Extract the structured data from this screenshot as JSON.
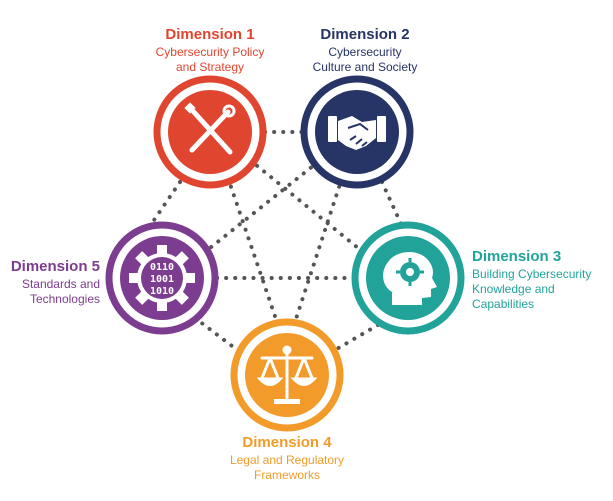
{
  "colors": {
    "dim1": "#e0452f",
    "dim2": "#263466",
    "dim3": "#22a39a",
    "dim4": "#f39b2a",
    "dim5": "#7c3c8f",
    "connector": "#555555"
  },
  "dimensions": [
    {
      "title": "Dimension 1",
      "desc_line1": "Cybersecurity Policy",
      "desc_line2": "and Strategy",
      "icon": "tools-icon"
    },
    {
      "title": "Dimension 2",
      "desc_line1": "Cybersecurity",
      "desc_line2": "Culture and Society",
      "icon": "handshake-icon"
    },
    {
      "title": "Dimension 3",
      "desc_line1": "Building Cybersecurity",
      "desc_line2": "Knowledge and",
      "desc_line3": "Capabilities",
      "icon": "head-gear-icon"
    },
    {
      "title": "Dimension 4",
      "desc_line1": "Legal and Regulatory",
      "desc_line2": "Frameworks",
      "icon": "scales-icon"
    },
    {
      "title": "Dimension 5",
      "desc_line1": "Standards and",
      "desc_line2": "Technologies",
      "icon": "binary-gear-icon"
    }
  ],
  "binary_rows": [
    "0110",
    "1001",
    "1010"
  ]
}
